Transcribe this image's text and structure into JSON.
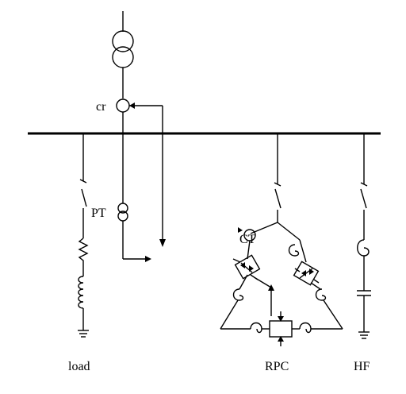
{
  "labels": {
    "cr": "cr",
    "pt": "PT",
    "ct": "CT",
    "load": "load",
    "rpc": "RPC",
    "hf": "HF"
  },
  "colors": {
    "line": "#000000",
    "background": "#ffffff"
  }
}
